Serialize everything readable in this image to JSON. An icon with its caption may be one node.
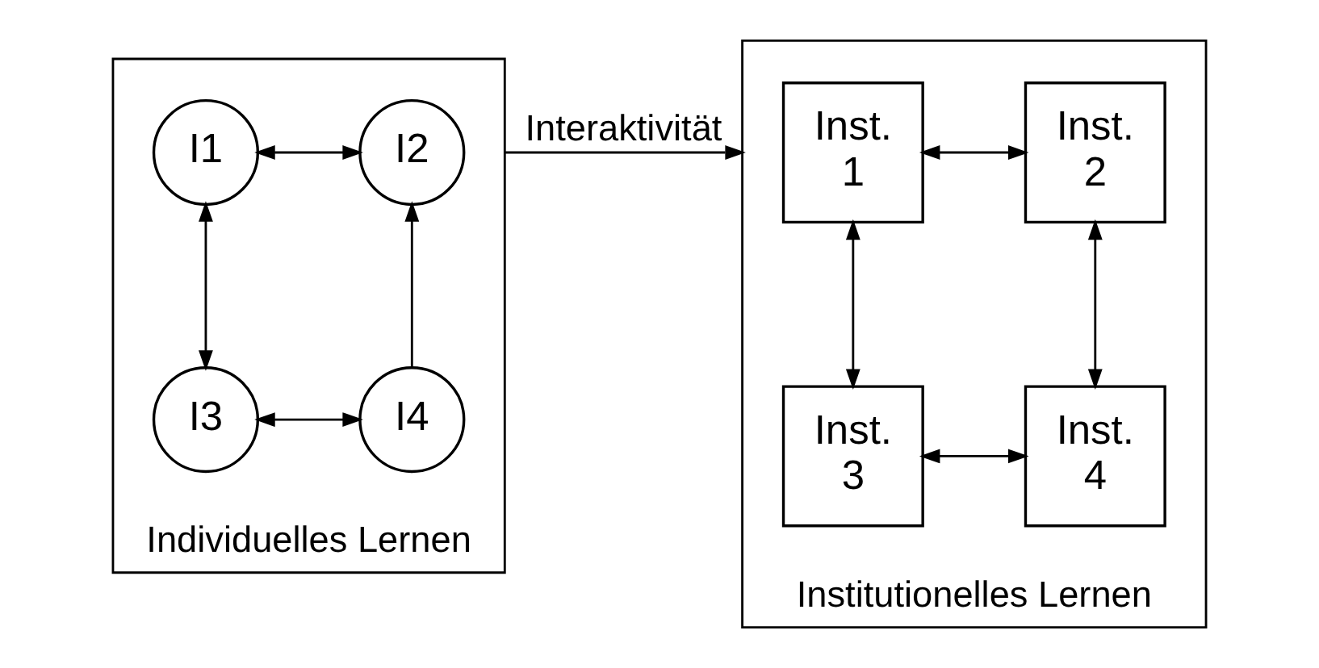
{
  "diagram": {
    "nodes": [
      {
        "text": [],
        "shape": "box",
        "beside": [
          "Individuelles Lernen"
        ]
      },
      {
        "text": [
          "I1"
        ],
        "in": 0
      },
      {
        "text": [
          "I2"
        ],
        "in": 0
      },
      {
        "text": [
          "I3"
        ],
        "in": 0
      },
      {
        "text": [
          "I4"
        ],
        "in": 0
      },
      {
        "text": [],
        "shape": "box",
        "beside": [
          "Institutionelles Lernen"
        ]
      },
      {
        "text": [
          "Inst. 1"
        ],
        "in": 5
      },
      {
        "text": [
          "Inst. 2"
        ],
        "in": 5
      },
      {
        "text": [
          "Inst. 3"
        ],
        "in": 5
      },
      {
        "text": [
          "Inst. 4"
        ],
        "in": 5
      }
    ],
    "edges": [
      {
        "from": 0,
        "to": 5,
        "arrow": "to",
        "label": "Interaktivität"
      },
      {
        "from": 1,
        "to": 2,
        "arrow": "both"
      },
      {
        "from": 1,
        "to": 3,
        "arrow": "both"
      },
      {
        "from": 4,
        "to": 2,
        "arrow": "to"
      },
      {
        "from": 3,
        "to": 4,
        "arrow": "both"
      },
      {
        "from": 6,
        "to": 7,
        "arrow": "both"
      },
      {
        "from": 6,
        "to": 8,
        "arrow": "both"
      },
      {
        "from": 7,
        "to": 9,
        "arrow": "both"
      },
      {
        "from": 8,
        "to": 9,
        "arrow": "both"
      }
    ]
  }
}
